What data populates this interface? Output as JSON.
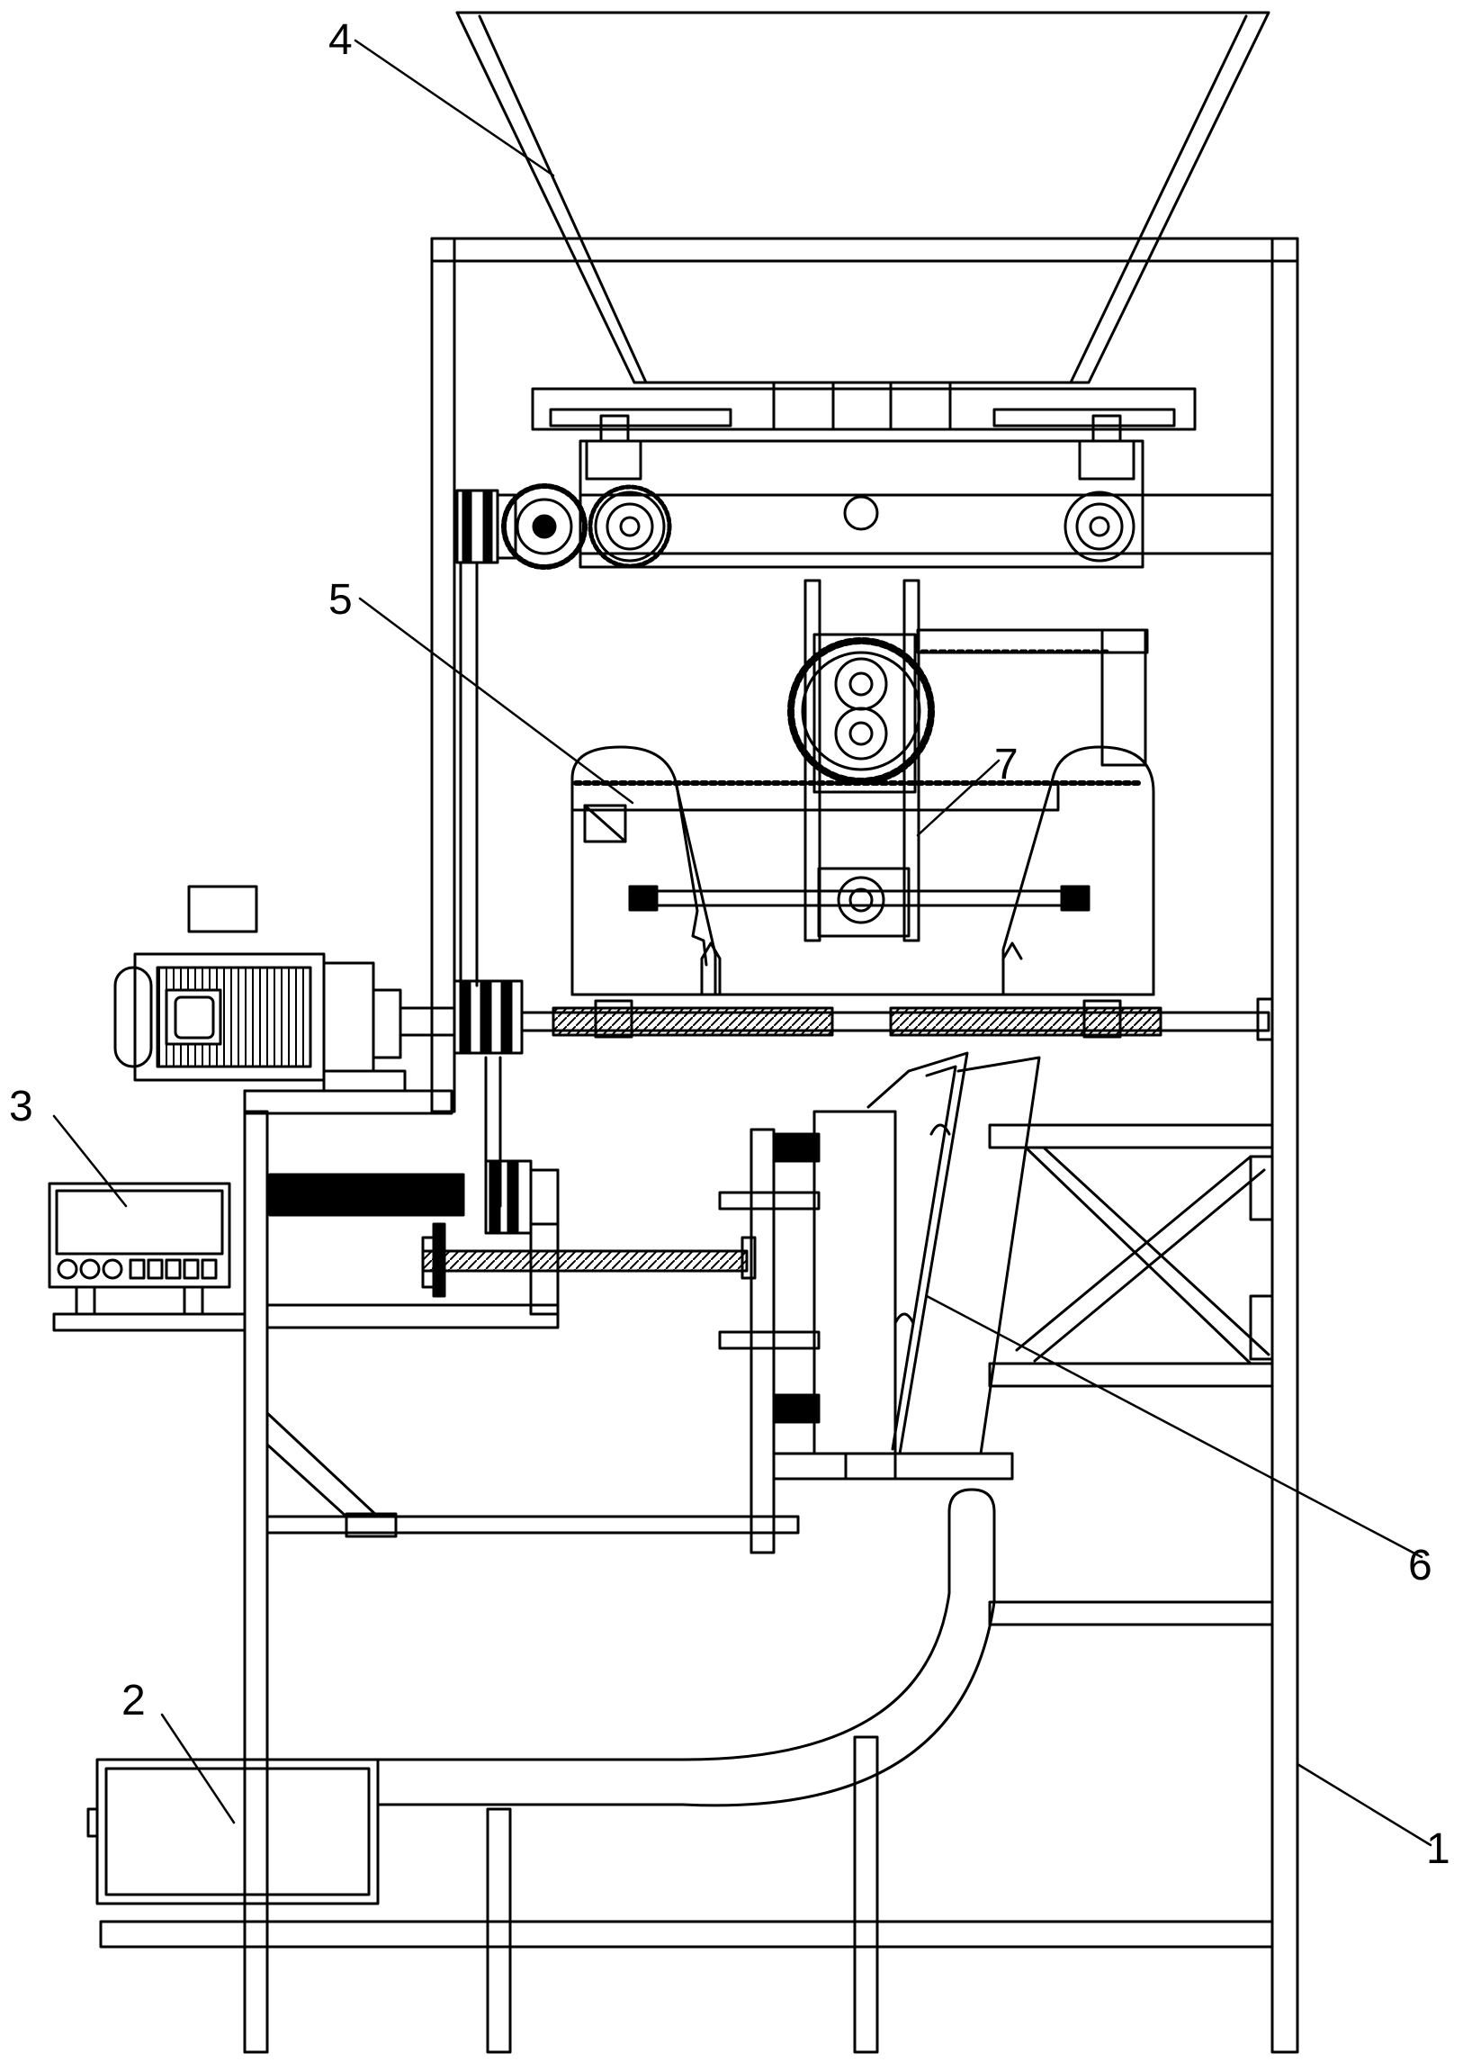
{
  "figure": {
    "callouts": [
      {
        "id": "frame",
        "label": "1"
      },
      {
        "id": "collection-box",
        "label": "2"
      },
      {
        "id": "control-panel",
        "label": "3"
      },
      {
        "id": "hopper",
        "label": "4"
      },
      {
        "id": "rack-assembly",
        "label": "5"
      },
      {
        "id": "clamping-mold",
        "label": "6"
      },
      {
        "id": "gear-carriage",
        "label": "7"
      }
    ]
  }
}
